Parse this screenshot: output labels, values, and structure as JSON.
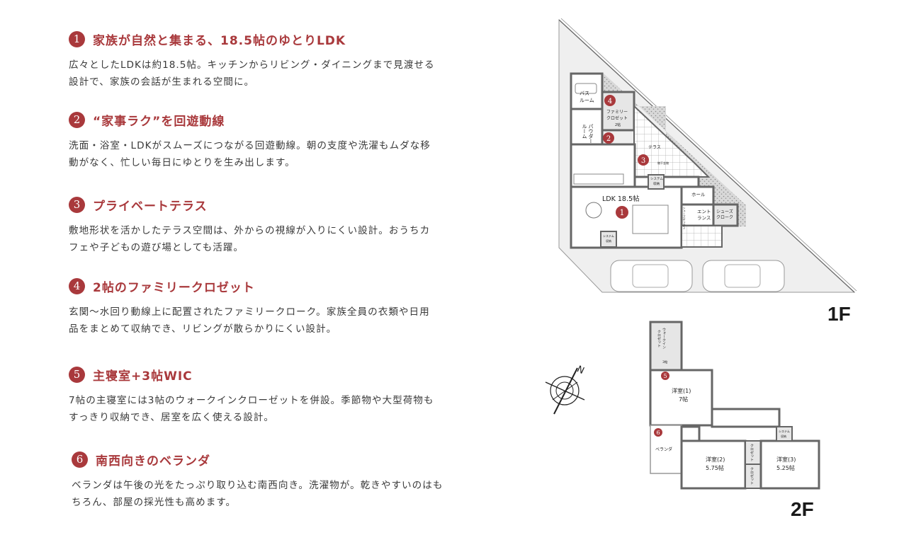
{
  "accent_color": "#a9393c",
  "features": [
    {
      "number": "1",
      "title": "家族が自然と集まる、18.5帖のゆとりLDK",
      "body": "広々としたLDKは約18.5帖。キッチンからリビング・ダイニングまで見渡せる\n設計で、家族の会話が生まれる空間に。"
    },
    {
      "number": "2",
      "title": "“家事ラク”を回遊動線",
      "body": "洗面・浴室・LDKがスムーズにつながる回遊動線。朝の支度や洗濯もムダな移\n動がなく、忙しい毎日にゆとりを生み出します。"
    },
    {
      "number": "3",
      "title": "プライベートテラス",
      "body": "敷地形状を活かしたテラス空間は、外からの視線が入りにくい設計。おうちカ\nフェや子どもの遊び場としても活躍。"
    },
    {
      "number": "4",
      "title": "2帖のファミリークロゼット",
      "body": "玄関〜水回り動線上に配置されたファミリークローク。家族全員の衣類や日用\n品をまとめて収納でき、リビングが散らかりにくい設計。"
    },
    {
      "number": "5",
      "title": "主寝室+3帖WIC",
      "body": "7帖の主寝室には3帖のウォークインクローゼットを併設。季節物や大型荷物も\nすっきり収納でき、居室を広く使える設計。"
    },
    {
      "number": "6",
      "title": "南西向きのベランダ",
      "body": "ベランダは午後の光をたっぷり取り込む南西向き。洗濯物が。乾きやすいのはも\nちろん、部屋の採光性も高めます。"
    }
  ],
  "floor_plan": {
    "floor1_label": "1F",
    "floor2_label": "2F",
    "compass_label": "N",
    "rooms_1f": {
      "bath": [
        "バス",
        "ルーム"
      ],
      "family_closet": [
        "ファミリー",
        "クロゼット",
        "2帖"
      ],
      "powder": [
        "パウダー",
        "ルーム"
      ],
      "terrace": "テラス",
      "terrace_note": "物干金物",
      "system_storage": [
        "システム",
        "収納"
      ],
      "ldk": "LDK 18.5帖",
      "hall": "ホール",
      "shoes_box": "シューズボックス",
      "entrance": [
        "エント",
        "ランス"
      ],
      "shoes_cloak": [
        "シューズ",
        "クローク"
      ]
    },
    "rooms_2f": {
      "walkin": [
        "ウォークイン",
        "クロゼット",
        "3帖"
      ],
      "room1": [
        "洋室(1)",
        "7帖"
      ],
      "veranda": "ベランダ",
      "system_storage": [
        "システム",
        "収納"
      ],
      "room2": [
        "洋室(2)",
        "5.75帖"
      ],
      "room3": [
        "洋室(3)",
        "5.25帖"
      ],
      "closet": "クロゼット"
    },
    "markers_1f": [
      "1",
      "2",
      "3",
      "4"
    ],
    "markers_2f": [
      "5",
      "6"
    ]
  }
}
